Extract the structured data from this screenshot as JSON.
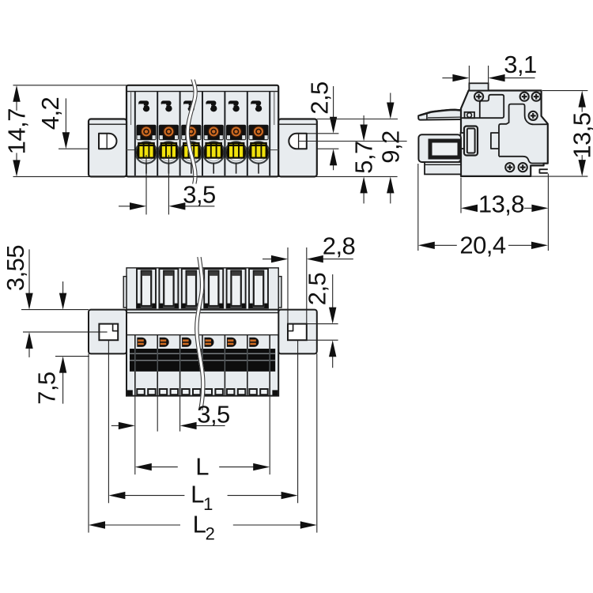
{
  "drawing": {
    "type": "technical dimensional drawing",
    "component": "multi-pole pluggable terminal block connector with fixing flanges",
    "views": [
      "front view",
      "side view",
      "top view"
    ],
    "background_color": "#ffffff",
    "line_color": "#1c1c1c",
    "body_fill_color": "#e8ecef",
    "pushbutton_color": "#f0e10c",
    "contact_color": "#cd6b22",
    "poles_visible": 6
  },
  "labels": {
    "front_total_height": "14,7",
    "front_flange_offset": "4,2",
    "front_hole_height": "2,5",
    "front_center_to_bottom": "5,7",
    "front_flange_height": "9,2",
    "front_pitch": "3,5",
    "side_stub_width": "3,1",
    "side_height": "13,5",
    "side_body_depth": "13,8",
    "side_total_depth": "20,4",
    "top_hole_center_offset": "3,55",
    "top_clamp_offset": "7,5",
    "top_hole_width": "2,8",
    "top_hole_height": "2,5",
    "top_pitch": "3,5",
    "top_length_l_main": "L",
    "top_length_l1_main": "L",
    "top_length_l1_sub": "1",
    "top_length_l2_main": "L",
    "top_length_l2_sub": "2"
  }
}
